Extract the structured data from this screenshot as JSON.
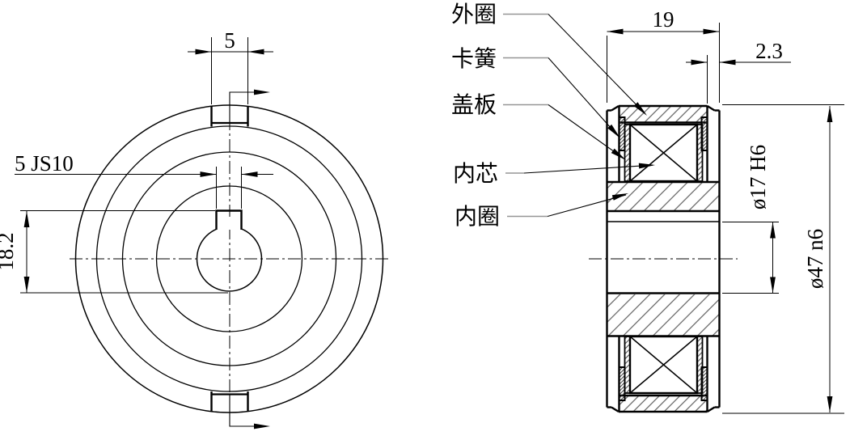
{
  "drawing_type": "bearing-section-drawing",
  "colors": {
    "line": "#000000",
    "hatch": "#5f5f5f",
    "leader_stub": "#969696",
    "background": "#ffffff"
  },
  "front_view": {
    "dims": {
      "od_slot_width": "5",
      "bore_keyway_width": "5 JS10",
      "bore_keyway_depth": "18.2"
    }
  },
  "section_view": {
    "dims": {
      "total_width": "19",
      "snap_groove_offset": "2.3",
      "bore_diameter": "ø17 H6",
      "outer_diameter": "ø47 n6"
    },
    "labels": {
      "outer_ring": "外圈",
      "snap_ring": "卡簧",
      "cover_plate": "盖板",
      "inner_core": "内芯",
      "inner_ring": "内圈"
    }
  }
}
